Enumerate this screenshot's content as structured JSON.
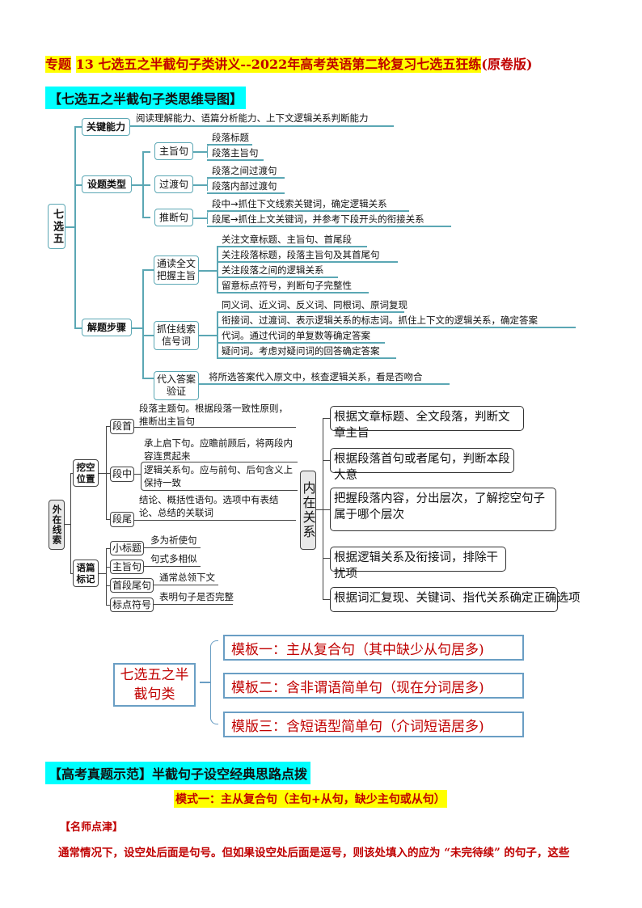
{
  "title": {
    "prefix": "专题",
    "number_and_topic": "13  七选五之半截句子类讲义--2022",
    "series": "年高考英语第二轮复习七选五狂练",
    "suffix": "(原卷版)"
  },
  "section1": {
    "heading": "【七选五之半截句子类思维导图】"
  },
  "mindmap1": {
    "root": "七选五",
    "branches": {
      "ability": {
        "label": "关键能力",
        "text": "阅读理解能力、语篇分析能力、上下文逻辑关系判断能力"
      },
      "types": {
        "label": "设题类型",
        "topic": {
          "label": "主旨句",
          "items": [
            "段落标题",
            "段落主旨句"
          ]
        },
        "transition": {
          "label": "过渡句",
          "items": [
            "段落之间过渡句",
            "段落内部过渡句"
          ]
        },
        "inference": {
          "label": "推断句",
          "items": [
            "段中→抓住下文线索关键词，确定逻辑关系",
            "段尾→抓住上文关键词，并参考下段开头的衔接关系"
          ]
        }
      },
      "steps": {
        "label": "解题步骤",
        "read": {
          "label": "通读全文把握主旨",
          "items": [
            "关注文章标题、主旨句、首尾段",
            "关注段落标题，段落主旨句及其首尾句",
            "关注段落之间的逻辑关系",
            "留意标点符号，判断句子完整性"
          ]
        },
        "clue": {
          "label": "抓住线索信号词",
          "items": [
            "同义词、近义词、反义词、同根词、原词复现",
            "衔接词、过渡词、表示逻辑关系的标志词。抓住上下文的逻辑关系，确定答案",
            "代词。通过代词的单复数等确定答案",
            "疑问词。考虑对疑问词的回答确定答案"
          ]
        },
        "verify": {
          "label": "代入答案验证",
          "text": "将所选答案代入原文中，核查逻辑关系，看是否吻合"
        }
      }
    }
  },
  "mindmap2": {
    "outer": {
      "root": "外在线索",
      "position": {
        "label": "挖空位置",
        "start": {
          "label": "段首",
          "text": "段落主题句。根据段落一致性原则，推断出主旨句"
        },
        "middle": {
          "label": "段中",
          "text1": "承上启下句。应瞻前顾后，将两段内容连贯起来",
          "text2": "逻辑关系句。应与前句、后句含义上保持一致"
        },
        "end": {
          "label": "段尾",
          "text": "结论、概括性语句。选项中有表结论、总结的关联词"
        }
      },
      "markers": {
        "label": "语篇标记",
        "items": [
          {
            "label": "小标题",
            "text": "多为祈使句"
          },
          {
            "label": "主旨句",
            "text": "句式多相似"
          },
          {
            "label": "首段尾句",
            "text": "通常总领下文"
          },
          {
            "label": "标点符号",
            "text": "表明句子是否完整"
          }
        ]
      }
    },
    "inner": {
      "root": "内在关系",
      "items": [
        "根据文章标题、全文段落，判断文章主旨",
        "根据段落首句或者尾句，判断本段大意",
        "把握段落内容，分出层次，了解挖空句子属于哪个层次",
        "根据逻辑关系及衔接词，排除干扰项",
        "根据词汇复现、关键词、指代关系确定正确选项"
      ]
    }
  },
  "templates": {
    "root": "七选五之半截句类",
    "items": [
      "模板一：主从复合句（其中缺少从句居多)",
      "模板二：含非谓语简单句（现在分词居多)",
      "模版三：含短语型简单句（介词短语居多)"
    ]
  },
  "section2": {
    "heading": "【高考真题示范】半截句子设空经典思路点拨",
    "subheading": "模式一：主从复合句（主句+从句，缺少主句或从句）",
    "note_label": "【名师点津】",
    "body": "通常情况下，设空处后面是句号。但如果设空处后面是逗号，则该处填入的应为 “未完待续” 的句子，这些"
  }
}
